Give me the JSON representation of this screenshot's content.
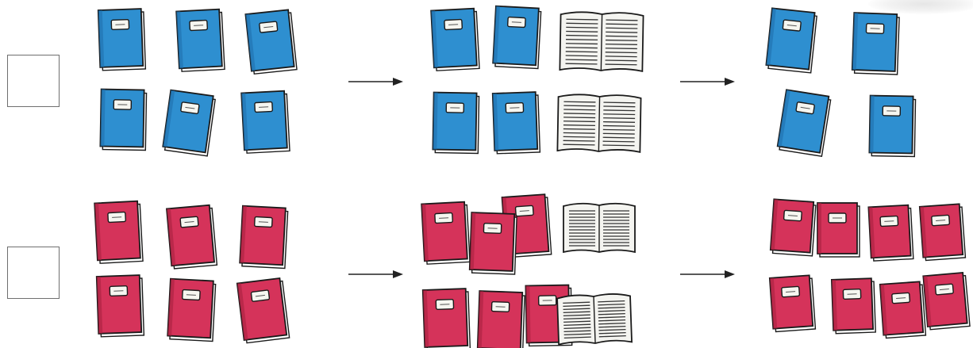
{
  "colors": {
    "blue_book": "#2e8fd0",
    "blue_book_dark": "#1f6fae",
    "red_book": "#d5335a",
    "red_book_dark": "#a8223f",
    "outline": "#1a1a1a",
    "label": "#f6f6f0",
    "open_book_page": "#f4f4f0"
  },
  "rows": [
    {
      "id": "blue",
      "color": "blue",
      "answer_box": "",
      "stages": [
        {
          "stage": "start",
          "closed_books": 6,
          "open_books": 0
        },
        {
          "stage": "middle",
          "closed_books": 4,
          "open_books": 2
        },
        {
          "stage": "end",
          "closed_books": 4,
          "open_books": 0
        }
      ]
    },
    {
      "id": "red",
      "color": "red",
      "answer_box": "",
      "stages": [
        {
          "stage": "start",
          "closed_books": 6,
          "open_books": 0
        },
        {
          "stage": "middle",
          "closed_books": 6,
          "open_books": 2
        },
        {
          "stage": "end",
          "closed_books": 8,
          "open_books": 0
        }
      ]
    }
  ],
  "icons": {
    "arrow": "right-arrow-icon",
    "closed_book": "notebook-icon",
    "open_book": "open-book-icon"
  }
}
